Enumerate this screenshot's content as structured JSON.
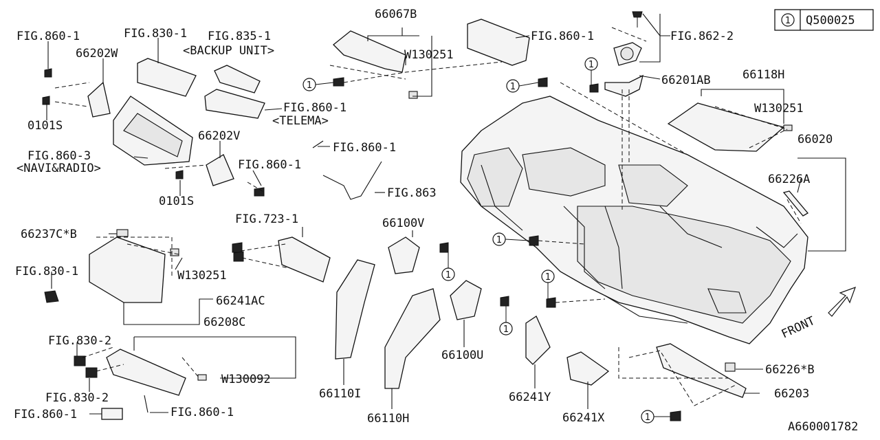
{
  "legend": {
    "symbol": "1",
    "code": "Q500025"
  },
  "diagram_id": "A660001782",
  "front_label": "FRONT",
  "callout_symbol": "1",
  "labels": {
    "fig860_1_a": "FIG.860-1",
    "p66202W": "66202W",
    "fig830_1_a": "FIG.830-1",
    "fig835_1": "FIG.835-1",
    "backup_unit": "<BACKUP UNIT>",
    "p66067B": "66067B",
    "w130251_a": "W130251",
    "fig860_1_b": "FIG.860-1",
    "fig862_2": "FIG.862-2",
    "p66201AB": "66201AB",
    "p66118H": "66118H",
    "w130251_b": "W130251",
    "p66020": "66020",
    "p66226A": "66226A",
    "p0101S_a": "0101S",
    "fig860_1_c": "FIG.860-1",
    "telema": "<TELEMA>",
    "fig860_3": "FIG.860-3",
    "navi_radio": "<NAVI&RADIO>",
    "p66202V": "66202V",
    "fig860_1_d": "FIG.860-1",
    "fig860_1_e": "FIG.860-1",
    "fig863": "FIG.863",
    "p0101S_b": "0101S",
    "fig723_1": "FIG.723-1",
    "p66100V": "66100V",
    "p66237C": "66237C*B",
    "fig830_1_b": "FIG.830-1",
    "w130251_c": "W130251",
    "p66241AC": "66241AC",
    "p66208C": "66208C",
    "fig830_2_a": "FIG.830-2",
    "w130092": "W130092",
    "fig830_2_b": "FIG.830-2",
    "fig860_1_f": "FIG.860-1",
    "fig860_1_g": "FIG.860-1",
    "p66110I": "66110I",
    "p66110H": "66110H",
    "p66100U": "66100U",
    "p66241Y": "66241Y",
    "p66241X": "66241X",
    "p66226B": "66226*B",
    "p66203": "66203"
  }
}
